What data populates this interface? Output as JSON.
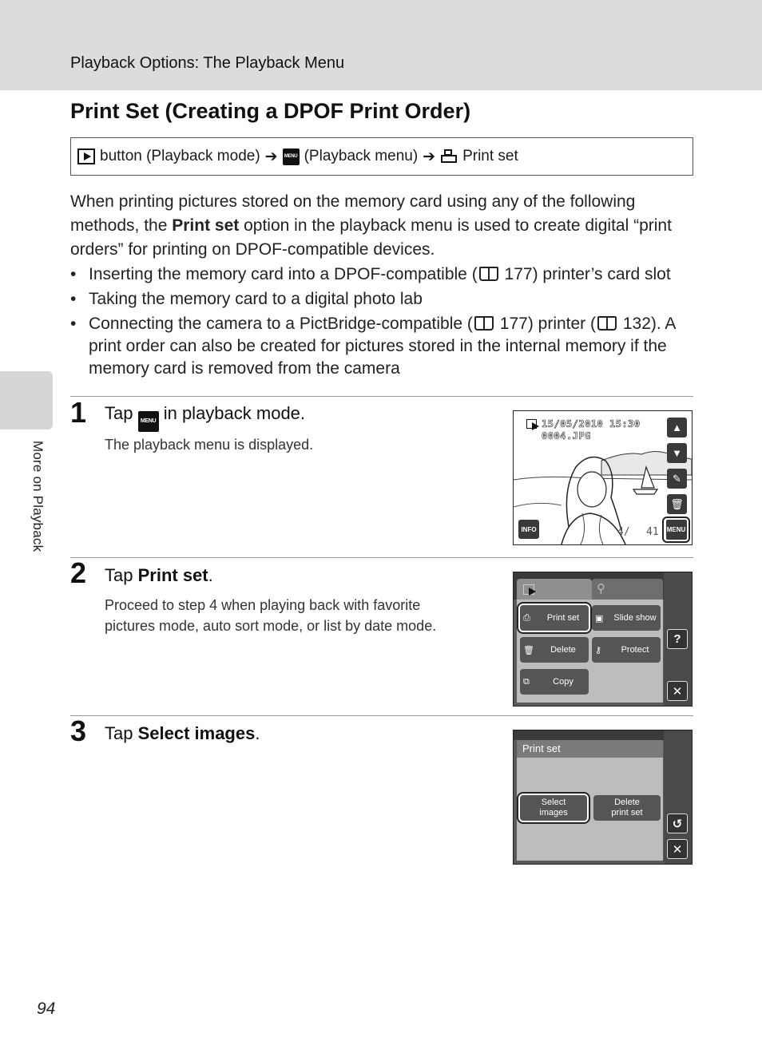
{
  "header": {
    "section": "Playback Options: The Playback Menu"
  },
  "sidebar": {
    "label": "More on Playback"
  },
  "title": "Print Set (Creating a DPOF Print Order)",
  "nav": {
    "play_button": "button (Playback mode)",
    "arrow": "➔",
    "menu_label": "(Playback menu)",
    "print_label": "Print set"
  },
  "intro": {
    "part1": "When printing pictures stored on the memory card using any of the following methods, the ",
    "bold": "Print set",
    "part2": " option in the playback menu is used to create digital “print orders” for printing on DPOF-compatible devices."
  },
  "bullets": [
    {
      "before": "Inserting the memory card into a DPOF-compatible (",
      "ref": "177",
      "after": ") printer’s card slot"
    },
    {
      "text": "Taking the memory card to a digital photo lab"
    },
    {
      "before": "Connecting the camera to a PictBridge-compatible (",
      "ref1": "177",
      "mid": ") printer (",
      "ref2": "132",
      "after": "). A print order can also be created for pictures stored in the internal memory if the memory card is removed from the camera"
    }
  ],
  "steps": [
    {
      "num": "1",
      "pre": "Tap ",
      "post": " in playback mode.",
      "desc": "The playback menu is displayed."
    },
    {
      "num": "2",
      "pre": "Tap ",
      "bold": "Print set",
      "post": ".",
      "desc": "Proceed to step 4 when playing back with favorite pictures mode, auto sort mode, or list by date mode."
    },
    {
      "num": "3",
      "pre": "Tap ",
      "bold": "Select images",
      "post": "."
    }
  ],
  "screen1": {
    "datetime": "15/05/2010  15:30",
    "filename": "0004.JPG",
    "count": "4/",
    "total": "41",
    "info": "INFO",
    "menu": "MENU"
  },
  "screen2": {
    "items": [
      "Print set",
      "Slide show",
      "Delete",
      "Protect",
      "Copy"
    ],
    "help": "?",
    "close": "✕"
  },
  "screen3": {
    "header": "Print set",
    "select_line1": "Select",
    "select_line2": "images",
    "delete_line1": "Delete",
    "delete_line2": "print set",
    "back": "↺",
    "close": "✕"
  },
  "menu_icon_text": "MENU",
  "page_number": "94"
}
